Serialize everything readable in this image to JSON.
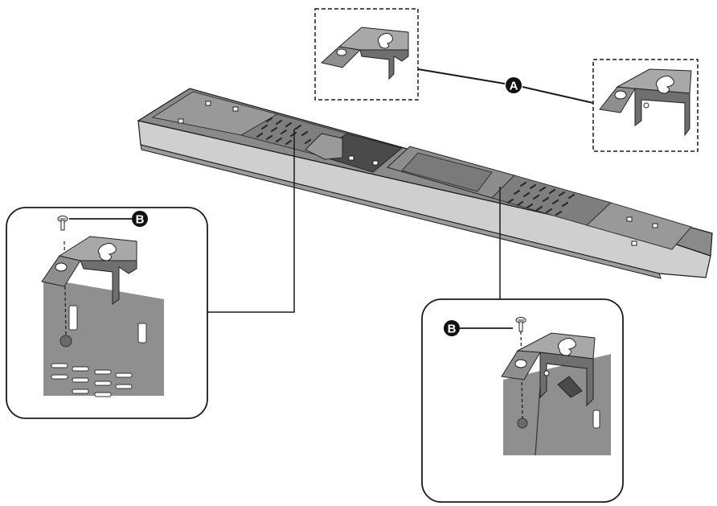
{
  "callouts": {
    "a": {
      "label": "A",
      "part": "wall-mount-bracket"
    },
    "b_left": {
      "label": "B",
      "part": "screw"
    },
    "b_right": {
      "label": "B",
      "part": "screw"
    }
  },
  "colors": {
    "line": "#1a1a1a",
    "bar_top": "#8a8a8a",
    "bar_dark": "#5a5a5a",
    "bar_front": "#c8c8c8",
    "metal": "#9a9a9a",
    "metal_dark": "#6a6a6a",
    "callout_fill": "#111111"
  }
}
